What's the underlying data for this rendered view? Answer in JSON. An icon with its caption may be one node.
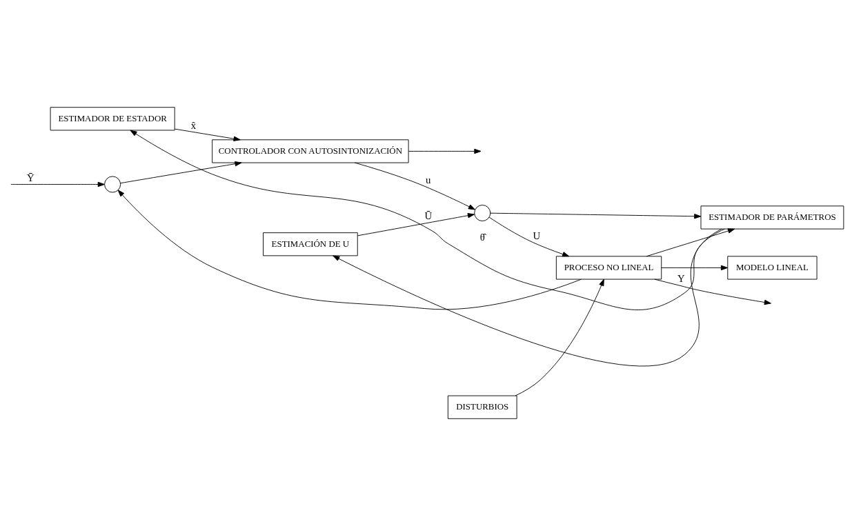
{
  "diagram": {
    "nodes": [
      {
        "text": [
          "ESTIMADOR DE ESTADOR"
        ]
      },
      {
        "text": [
          "ESTIMACIÓN DE U"
        ]
      },
      {
        "text": [
          "ESTIMADOR DE PARÁMETROS"
        ]
      },
      {
        "text": [
          "MODELO LINEAL"
        ]
      },
      {
        "text": [],
        "shape": "circle"
      },
      {
        "text": [
          "CONTROLADOR CON AUTOSINTONIZACIÓN"
        ]
      },
      {
        "text": [],
        "shape": "circle"
      },
      {
        "text": [
          "PROCESO NO LINEAL"
        ]
      },
      {
        "text": [
          "DISTURBIOS"
        ]
      }
    ],
    "edges": [
      {
        "from": null,
        "to": 4,
        "arrow": "to",
        "label": "Ȳ"
      },
      {
        "from": 4,
        "to": 5,
        "arrow": "to"
      },
      {
        "from": 5,
        "to": 6,
        "arrow": "to",
        "label": "u"
      },
      {
        "from": 6,
        "to": 7,
        "arrow": "to",
        "label": "U"
      },
      {
        "from": 6,
        "to": 2,
        "arrow": "to"
      },
      {
        "from": 7,
        "to": null,
        "arrow": "to",
        "label": "Y"
      },
      {
        "from": 7,
        "to": 2,
        "arrow": "to"
      },
      {
        "from": 7,
        "to": 3,
        "arrow": "to"
      },
      {
        "from": 8,
        "to": 7,
        "arrow": "to"
      },
      {
        "from": 7,
        "to": 4,
        "arrow": "to"
      },
      {
        "from": 2,
        "to": 0,
        "arrow": "to",
        "label": "θ̂"
      },
      {
        "from": 2,
        "to": 1,
        "arrow": "to"
      },
      {
        "from": 0,
        "to": 5,
        "arrow": "to",
        "label": "x̂"
      },
      {
        "from": 1,
        "to": 6,
        "arrow": "to",
        "label": "Ū"
      },
      {
        "from": 5,
        "to": null,
        "arrow": "to"
      }
    ]
  }
}
